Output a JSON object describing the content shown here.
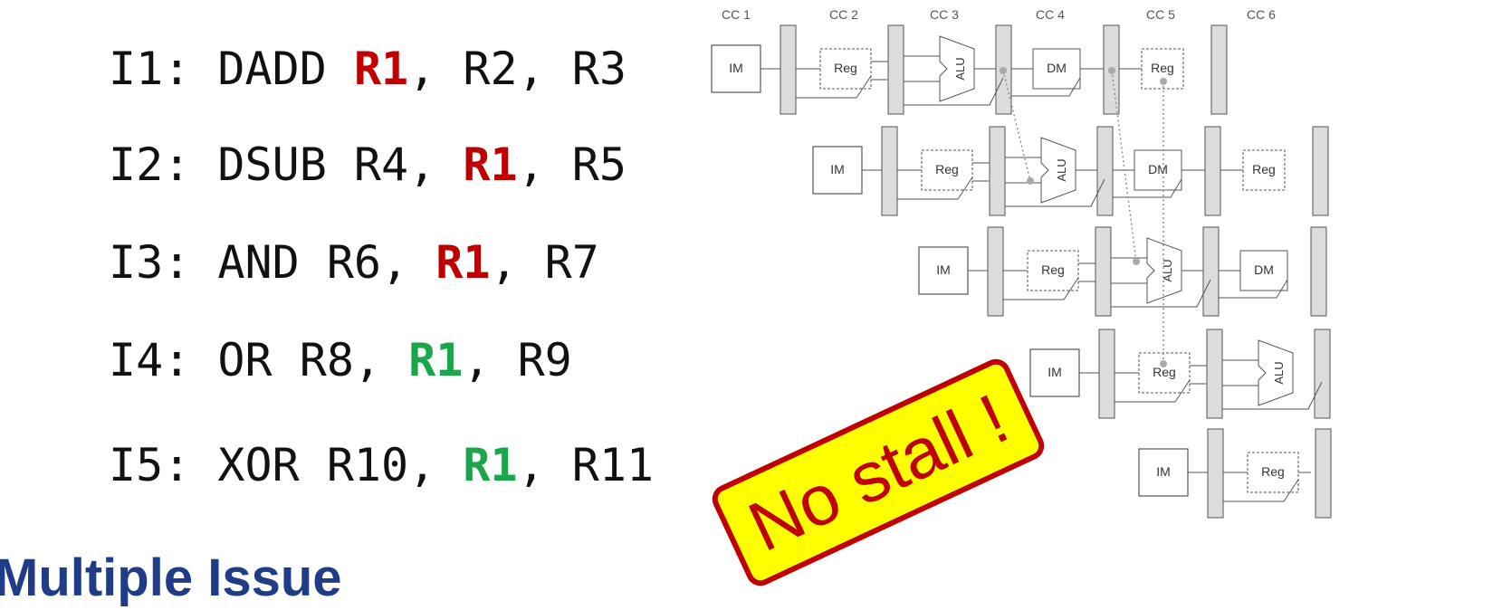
{
  "instructions": [
    {
      "id": "I1",
      "pre": "I1: DADD ",
      "reg": "R1",
      "post": ", R2, R3",
      "reg_color": "#c00000"
    },
    {
      "id": "I2",
      "pre": "I2: DSUB R4, ",
      "reg": "R1",
      "post": ", R5",
      "reg_color": "#c00000"
    },
    {
      "id": "I3",
      "pre": "I3: AND R6, ",
      "reg": "R1",
      "post": ", R7",
      "reg_color": "#c00000"
    },
    {
      "id": "I4",
      "pre": "I4: OR R8, ",
      "reg": "R1",
      "post": ", R9",
      "reg_color": "#1aa64a"
    },
    {
      "id": "I5",
      "pre": "I5: XOR R10, ",
      "reg": "R1",
      "post": ", R11",
      "reg_color": "#1aa64a"
    }
  ],
  "subheading": "Multiple Issue",
  "banner_text": "No stall !",
  "diagram": {
    "clock_cycles": [
      "CC 1",
      "CC 2",
      "CC 3",
      "CC 4",
      "CC 5",
      "CC 6"
    ],
    "stage_labels": {
      "im": "IM",
      "reg": "Reg",
      "alu": "ALU",
      "dm": "DM"
    }
  },
  "colors": {
    "hazard_red": "#c00000",
    "ok_green": "#1aa64a",
    "heading_blue": "#1f3c88",
    "banner_fill": "#ffff00"
  }
}
